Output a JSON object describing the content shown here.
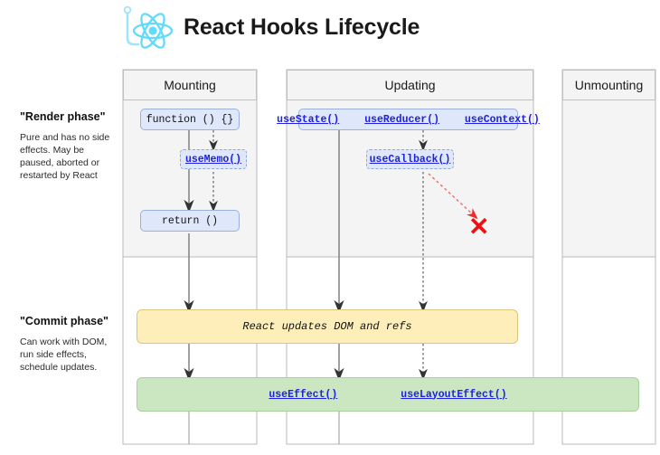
{
  "header": {
    "title": "React Hooks Lifecycle",
    "logo_icon": "react-atom-hook-logo",
    "logo_color": "#61dafb"
  },
  "phases": [
    {
      "id": "render",
      "title": "\"Render phase\"",
      "description": "Pure and has no side effects. May be paused, aborted or restarted by React"
    },
    {
      "id": "commit",
      "title": "\"Commit phase\"",
      "description": "Can work with DOM, run side effects, schedule updates."
    }
  ],
  "columns": [
    {
      "id": "mounting",
      "label": "Mounting"
    },
    {
      "id": "updating",
      "label": "Updating"
    },
    {
      "id": "unmounting",
      "label": "Unmounting"
    }
  ],
  "nodes": {
    "function_call": "function () {}",
    "use_memo": "useMemo()",
    "return_call": "return ()",
    "use_state": "useState()",
    "use_reducer": "useReducer()",
    "use_context": "useContext()",
    "use_callback": "useCallback()",
    "commit_dom": "React updates DOM and refs",
    "use_effect": "useEffect()",
    "use_layout_effect": "useLayoutEffect()",
    "abort_mark": "✕"
  },
  "colors": {
    "render_phase_bg": "#f4f4f4",
    "commit_phase_bg": "#ffffff",
    "node_blue": "#dfe8fb",
    "node_yellow": "#fdeeba",
    "node_green": "#cbe7c1",
    "link_blue": "#2020e0",
    "abort_red": "#e81313",
    "border_gray": "#c0c0c0"
  }
}
